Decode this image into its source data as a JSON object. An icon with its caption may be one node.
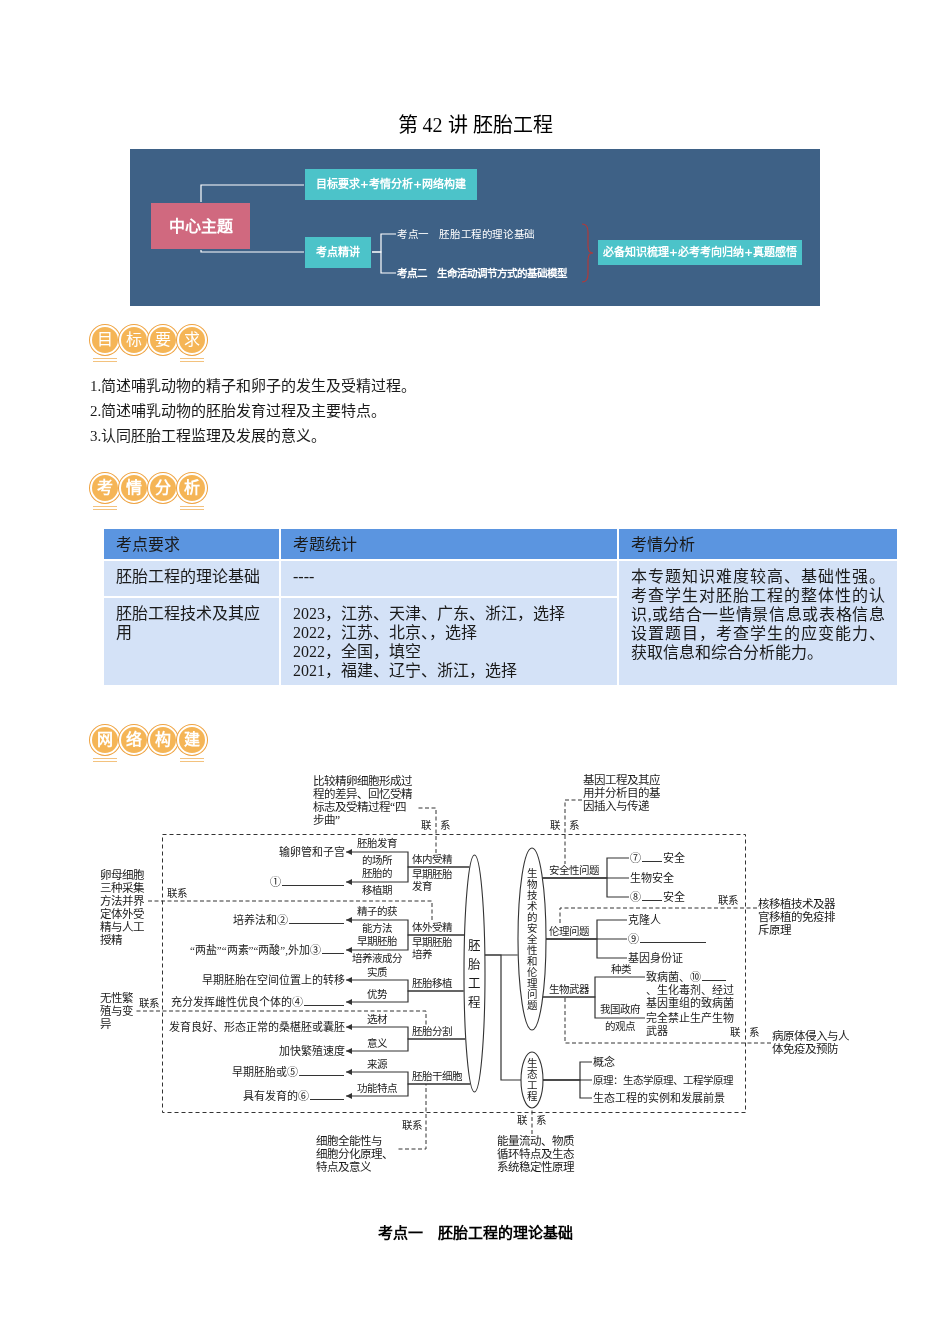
{
  "diagram": {
    "title": "第 42 讲 胚胎工程",
    "nodes": [
      {
        "text": [
          "中心主题"
        ]
      },
      {
        "text": [
          "目标要求+考情分析+网络构建"
        ]
      },
      {
        "text": [
          "考点精讲"
        ]
      },
      {
        "text": [
          "考点一　胚胎工程的理论基础"
        ]
      },
      {
        "text": [
          "考点二　生命活动调节方式的基础模型"
        ]
      },
      {
        "text": [
          "必备知识梳理+必考考向归纳+真题感悟"
        ]
      },
      {
        "text": [
          "比较精卵细胞形成过程的差异、回忆受精标志及受精过程“四步曲”"
        ]
      },
      {
        "text": [
          "基因工程及其应用并分析目的基因插入与传递"
        ]
      },
      {
        "text": [
          "输卵管和子宫"
        ]
      },
      {
        "text": [
          "①"
        ]
      },
      {
        "text": [
          "卵母细胞三种采集方法并界定体外受精与人工授精"
        ]
      },
      {
        "text": [
          "培养法和②"
        ]
      },
      {
        "text": [
          "“两盐”“两素”“两酸”,外加③"
        ]
      },
      {
        "text": [
          "早期胚胎在空间位置上的转移"
        ]
      },
      {
        "text": [
          "无性繁殖与变异"
        ]
      },
      {
        "text": [
          "充分发挥雌性优良个体的④"
        ]
      },
      {
        "text": [
          "发育良好、形态正常的桑椹胚或囊胚"
        ]
      },
      {
        "text": [
          "加快繁殖速度"
        ]
      },
      {
        "text": [
          "早期胚胎或⑤"
        ]
      },
      {
        "text": [
          "具有发育的⑥"
        ]
      },
      {
        "text": [
          "胚胎工程"
        ]
      },
      {
        "text": [
          "生物技术的安全性和伦理问题"
        ]
      },
      {
        "text": [
          "生态工程"
        ]
      },
      {
        "text": [
          "⑦",
          "安全"
        ]
      },
      {
        "text": [
          "生物安全"
        ]
      },
      {
        "text": [
          "⑧",
          "安全"
        ]
      },
      {
        "text": [
          "核移植技术及器官移植的免疫排斥原理"
        ]
      },
      {
        "text": [
          "克隆人"
        ]
      },
      {
        "text": [
          "⑨"
        ]
      },
      {
        "text": [
          "基因身份证"
        ]
      },
      {
        "text": [
          "致病菌、⑩",
          "、生化毒剂、经过基因重组的致病菌"
        ]
      },
      {
        "text": [
          "完全禁止生产生物武器"
        ]
      },
      {
        "text": [
          "病原体侵入与人体免疫及预防"
        ]
      },
      {
        "text": [
          "概念"
        ]
      },
      {
        "text": [
          "原理：生态学原理、工程学原理"
        ]
      },
      {
        "text": [
          "生态工程的实例和发展前景"
        ]
      },
      {
        "text": [
          "细胞全能性与细胞分化原理、特点及意义"
        ]
      },
      {
        "text": [
          "能量流动、物质循环特点及生态系统稳定性原理"
        ]
      },
      {
        "text": [
          "体内受精"
        ]
      },
      {
        "text": [
          "早期胚胎发育"
        ]
      },
      {
        "text": [
          "体外受精"
        ]
      },
      {
        "text": [
          "早期胚胎培养"
        ]
      },
      {
        "text": [
          "胚胎移植"
        ]
      },
      {
        "text": [
          "胚胎分割"
        ]
      },
      {
        "text": [
          "胚胎干细胞"
        ]
      },
      {
        "text": [
          "安全性问题"
        ]
      },
      {
        "text": [
          "伦理问题"
        ]
      },
      {
        "text": [
          "生物武器"
        ]
      }
    ],
    "edges": [
      {
        "from": 0,
        "to": 1,
        "arrow": "none",
        "color": "#ffffff"
      },
      {
        "from": 0,
        "to": 2,
        "arrow": "none",
        "color": "#ffffff"
      },
      {
        "from": 2,
        "to": 3,
        "arrow": "none",
        "color": "#ffffff"
      },
      {
        "from": 2,
        "to": 4,
        "arrow": "none",
        "color": "#ffffff"
      },
      {
        "from": 20,
        "to": 8,
        "arrow": "to",
        "label": "胚胎发育的场所"
      },
      {
        "from": 20,
        "to": 9,
        "arrow": "to",
        "label": "胚胎的移植期"
      },
      {
        "from": 20,
        "to": 11,
        "arrow": "to",
        "label": "精子的获能方法"
      },
      {
        "from": 20,
        "to": 12,
        "arrow": "to",
        "label": "早期胚胎培养液成分"
      },
      {
        "from": 20,
        "to": 13,
        "arrow": "to",
        "label": "实质"
      },
      {
        "from": 20,
        "to": 15,
        "arrow": "to",
        "label": "优势"
      },
      {
        "from": 20,
        "to": 16,
        "arrow": "to",
        "label": "选材"
      },
      {
        "from": 20,
        "to": 17,
        "arrow": "to",
        "label": "意义"
      },
      {
        "from": 20,
        "to": 18,
        "arrow": "to",
        "label": "来源"
      },
      {
        "from": 20,
        "to": 19,
        "arrow": "to",
        "label": "功能特点"
      },
      {
        "from": 20,
        "to": 21,
        "arrow": "none"
      },
      {
        "from": 20,
        "to": 22,
        "arrow": "none"
      },
      {
        "from": 21,
        "to": 23,
        "arrow": "none"
      },
      {
        "from": 21,
        "to": 24,
        "arrow": "none"
      },
      {
        "from": 21,
        "to": 25,
        "arrow": "none"
      },
      {
        "from": 21,
        "to": 27,
        "arrow": "none"
      },
      {
        "from": 21,
        "to": 28,
        "arrow": "none"
      },
      {
        "from": 21,
        "to": 29,
        "arrow": "none"
      },
      {
        "from": 21,
        "to": 30,
        "arrow": "none",
        "label": "种类"
      },
      {
        "from": 21,
        "to": 31,
        "arrow": "none",
        "label": "我国政府的观点"
      },
      {
        "from": 22,
        "to": 33,
        "arrow": "none"
      },
      {
        "from": 22,
        "to": 34,
        "arrow": "none"
      },
      {
        "from": 22,
        "to": 35,
        "arrow": "none"
      },
      {
        "from": 6,
        "to": 38,
        "arrow": "none",
        "style": "dashed",
        "label": "联系"
      },
      {
        "from": 7,
        "to": 45,
        "arrow": "none",
        "style": "dashed",
        "label": "联系"
      },
      {
        "from": 10,
        "to": 40,
        "arrow": "none",
        "style": "dashed",
        "label": "联系"
      },
      {
        "from": 14,
        "to": 43,
        "arrow": "none",
        "style": "dashed",
        "label": "联系"
      },
      {
        "from": 26,
        "to": 46,
        "arrow": "none",
        "style": "dashed",
        "label": "联系"
      },
      {
        "from": 32,
        "to": 47,
        "arrow": "none",
        "style": "dashed",
        "label": "联系"
      },
      {
        "from": 36,
        "to": 44,
        "arrow": "none",
        "style": "dashed",
        "label": "联系"
      },
      {
        "from": 37,
        "to": 22,
        "arrow": "none",
        "style": "dashed",
        "label": "联系"
      }
    ],
    "labels": [
      "目标要求",
      "1.简述哺乳动物的精子和卵子的发生及受精过程。",
      "2.简述哺乳动物的胚胎发育过程及主要特点。",
      "3.认同胚胎工程监理及发展的意义。",
      "考情分析",
      "考点要求",
      "考题统计",
      "考情分析",
      "胚胎工程的理论基础",
      "----",
      "本专题知识难度较高、基础性强。考查学生对胚胎工程的整体性的认识,或结合一些情景信息或表格信息设置题目，考查学生的应变能力、获取信息和综合分析能力。",
      "胚胎工程技术及其应用",
      "2023，江苏、天津、广东、浙江，选择",
      "2022，江苏、北京、，选择",
      "2022，全国，填空",
      "2021，福建、辽宁、浙江，选择",
      "网络构建",
      "考点一　胚胎工程的理论基础"
    ]
  }
}
